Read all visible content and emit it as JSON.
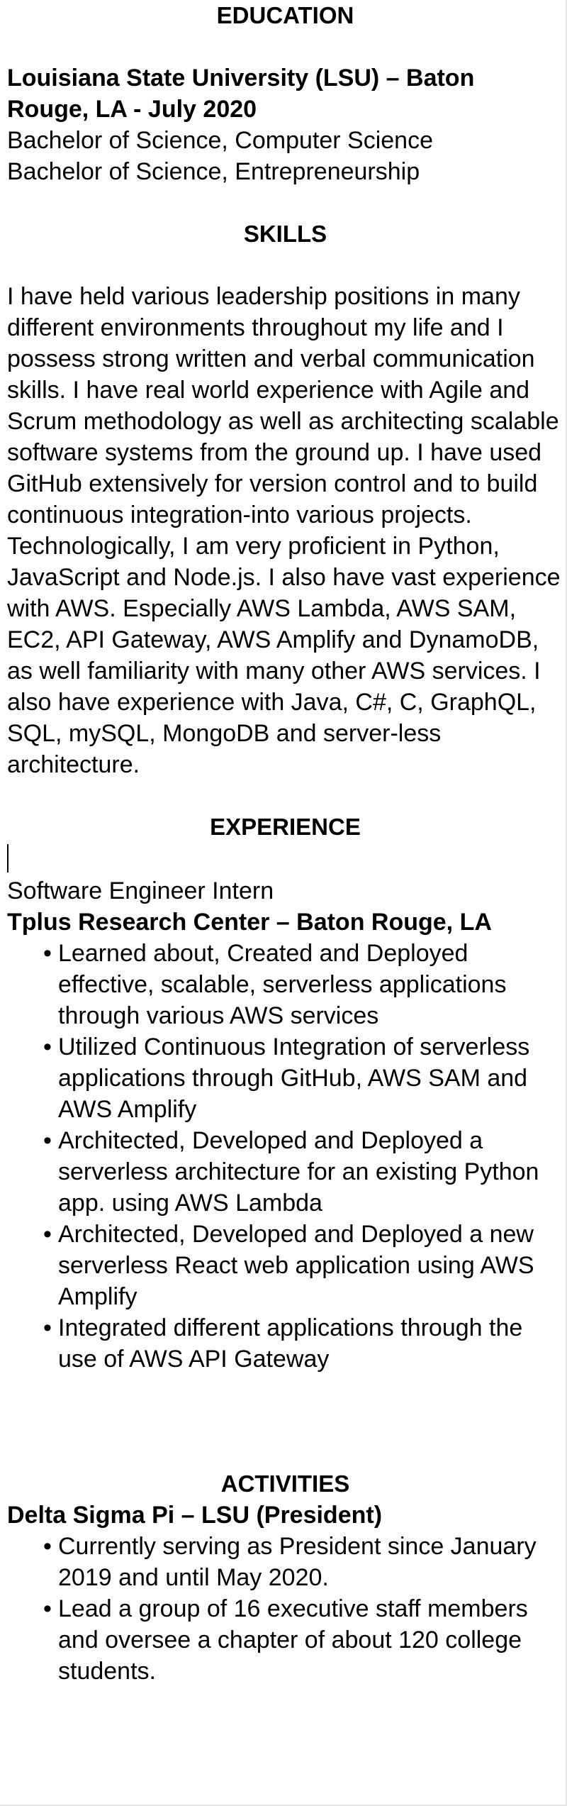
{
  "education": {
    "heading": "EDUCATION",
    "school_line1": "Louisiana State University (LSU) – Baton",
    "school_line2": "Rouge, LA - July 2020",
    "degree1": "Bachelor of Science, Computer Science",
    "degree2": "Bachelor of Science, Entrepreneurship"
  },
  "skills": {
    "heading": "SKILLS",
    "paragraph": "I have held various leadership positions in many different environments throughout my life and I possess strong written and verbal communication skills. I have real world experience with Agile and Scrum methodology as well as architecting scalable software systems from the ground up. I have used GitHub extensively for version control and to build continuous integration-into various projects. Technologically, I am very proficient in Python, JavaScript and Node.js. I also have vast experience with AWS. Especially AWS Lambda, AWS SAM, EC2, API Gateway, AWS Amplify and DynamoDB, as well familiarity with many other AWS services. I also have experience with Java, C#, C, GraphQL, SQL, mySQL, MongoDB and server-less architecture."
  },
  "experience": {
    "heading": "EXPERIENCE",
    "title": "Software Engineer Intern",
    "org": "Tplus Research Center – Baton Rouge, LA",
    "bullet_glyph": "•",
    "bullets": [
      "Learned about, Created and Deployed effective, scalable, serverless applications through various AWS services",
      "Utilized Continuous Integration of serverless applications through GitHub, AWS SAM and AWS Amplify",
      "Architected, Developed and Deployed a serverless architecture for an existing Python app. using AWS Lambda",
      "Architected, Developed and Deployed a new serverless React web application using AWS Amplify",
      "Integrated different applications through the use of AWS API Gateway"
    ]
  },
  "activities": {
    "heading": "ACTIVITIES",
    "org": "Delta Sigma Pi – LSU (President)",
    "bullets": [
      "Currently serving as President since January 2019 and until May 2020.",
      "Lead a group of 16 executive staff members and oversee a chapter of about 120 college students."
    ]
  }
}
